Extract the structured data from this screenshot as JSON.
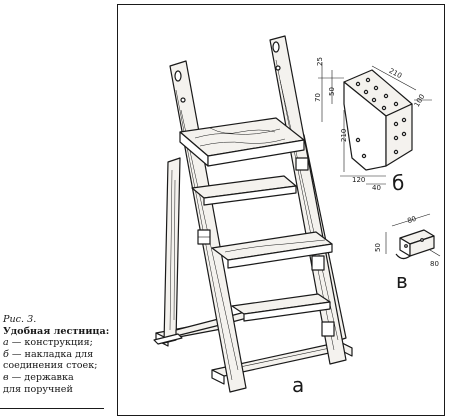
{
  "figure": {
    "number": "Рис. 3.",
    "title": "Удобная лестница:",
    "legend": [
      {
        "key": "а",
        "text": " — конструкция;"
      },
      {
        "key": "б",
        "text": " — накладка для"
      },
      {
        "key": "",
        "text": "соединения стоек;"
      },
      {
        "key": "в",
        "text": " — державка"
      },
      {
        "key": "",
        "text": "для поручней"
      }
    ]
  },
  "views": {
    "a": {
      "label": "а"
    },
    "b": {
      "label": "б",
      "dims": [
        "25",
        "50",
        "70",
        "210",
        "100",
        "210",
        "120",
        "40"
      ]
    },
    "c": {
      "label": "в",
      "dims": [
        "80",
        "50",
        "80"
      ]
    }
  },
  "colors": {
    "ink": "#1a1a1a",
    "paper": "#ffffff",
    "wood": "#f4f2ee"
  }
}
